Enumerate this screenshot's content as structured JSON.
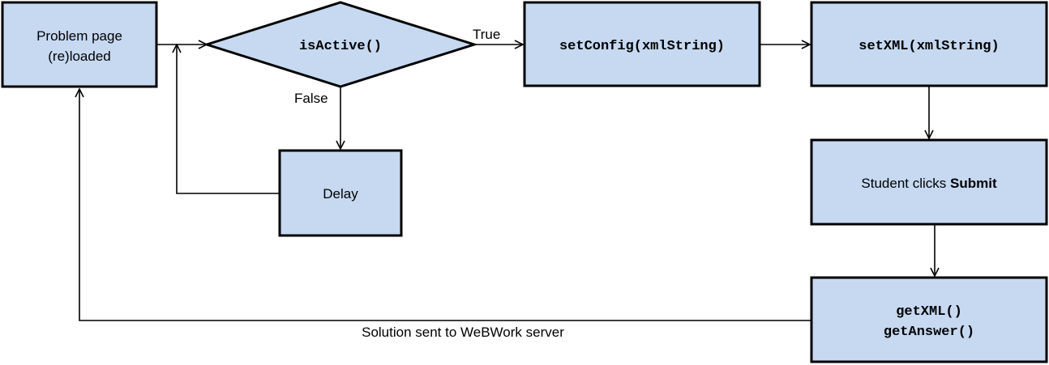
{
  "nodes": {
    "problem_page": {
      "line1": "Problem page",
      "line2": "(re)loaded"
    },
    "is_active": {
      "label": "isActive()"
    },
    "set_config": {
      "label": "setConfig(xmlString)"
    },
    "set_xml": {
      "label": "setXML(xmlString)"
    },
    "delay": {
      "label": "Delay"
    },
    "student_submit": {
      "prefix": "Student clicks ",
      "emphasis": "Submit"
    },
    "get_xml": {
      "line1": "getXML()",
      "line2": "getAnswer()"
    }
  },
  "edges": {
    "true_label": "True",
    "false_label": "False",
    "solution_label": "Solution sent to WeBWork server"
  },
  "colors": {
    "node_fill": "#c6d9f1",
    "stroke": "#000000",
    "background": "#ffffff"
  }
}
